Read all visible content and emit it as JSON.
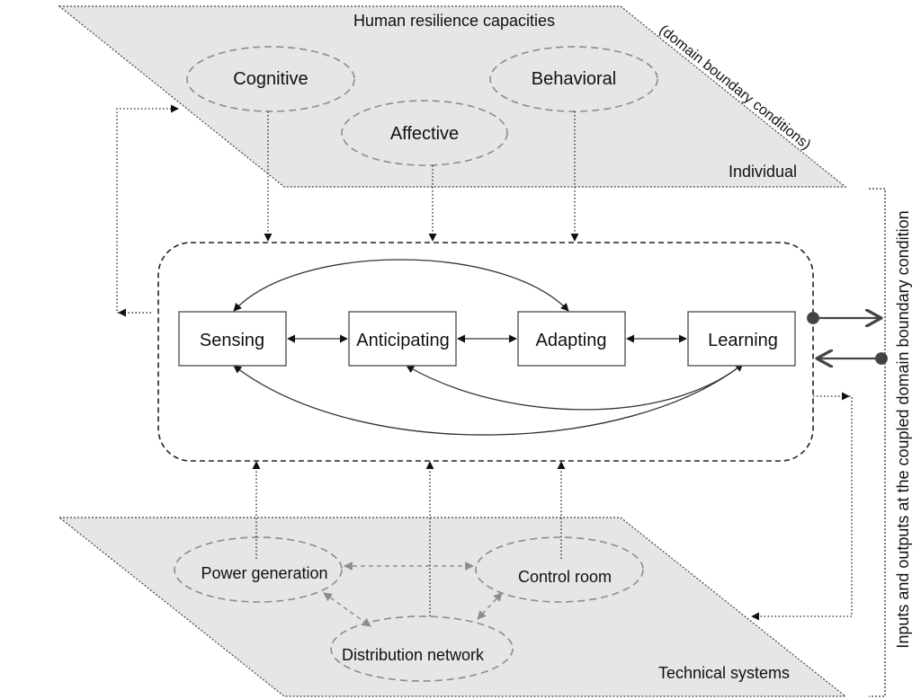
{
  "individual": {
    "title": "Human resilience capacities",
    "boundary_note": "(domain boundary conditions)",
    "corner_label": "Individual",
    "capacities": [
      "Cognitive",
      "Affective",
      "Behavioral"
    ]
  },
  "process": {
    "stages": [
      "Sensing",
      "Anticipating",
      "Adapting",
      "Learning"
    ]
  },
  "technical": {
    "corner_label": "Technical systems",
    "systems": [
      "Power generation",
      "Control room",
      "Distribution network"
    ]
  },
  "side_label": "Inputs and outputs at the coupled domain boundary condition",
  "colors": {
    "plane_fill": "#e6e6e6",
    "ellipse_stroke": "#8c8c8c",
    "box_stroke": "#555555",
    "arrow": "#222222"
  }
}
